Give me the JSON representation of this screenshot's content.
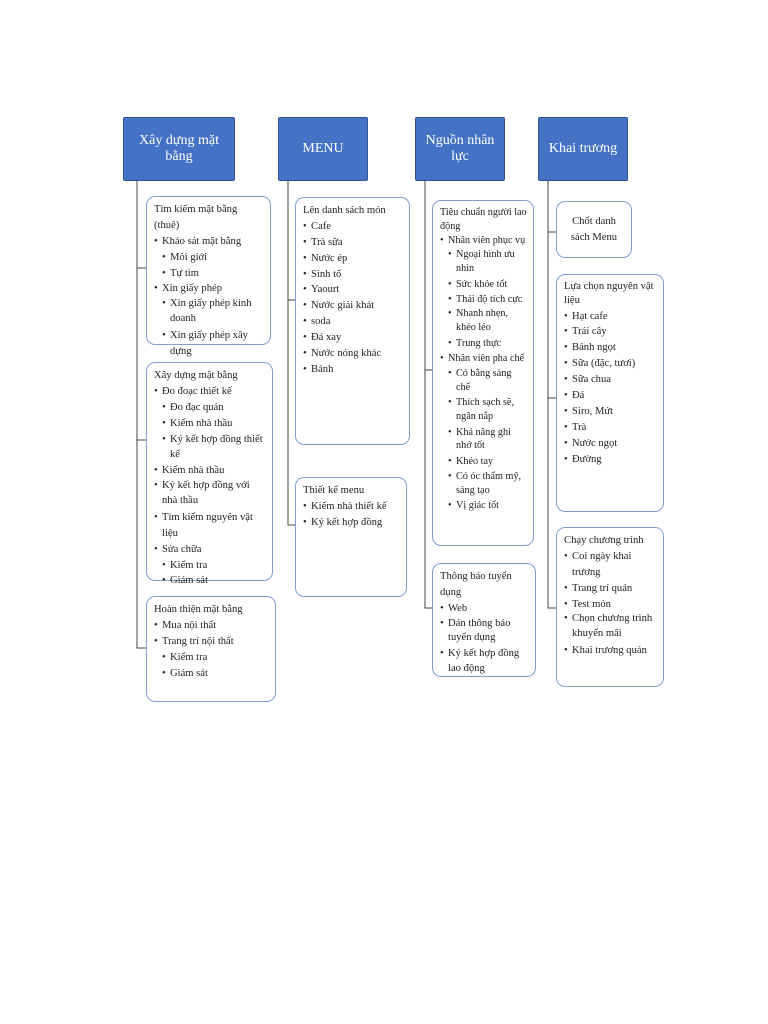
{
  "columns": [
    {
      "header": "Xây dựng mặt bằng",
      "boxes": [
        {
          "title": "Tìm kiếm mặt bằng (thuê)",
          "items": [
            {
              "text": "Khảo sát mặt bằng",
              "level": 0
            },
            {
              "text": "Môi giới",
              "level": 1
            },
            {
              "text": "Tự tìm",
              "level": 1
            },
            {
              "text": "Xin giấy phép",
              "level": 0
            },
            {
              "text": "Xin giấy phép kinh doanh",
              "level": 1
            },
            {
              "text": "Xin giấy phép xây dựng",
              "level": 1
            }
          ]
        },
        {
          "title": "Xây dựng mặt bằng",
          "items": [
            {
              "text": "Đo đoạc thiết kế",
              "level": 0
            },
            {
              "text": "Đo đạc quán",
              "level": 1
            },
            {
              "text": "Kiếm nhà thầu",
              "level": 1
            },
            {
              "text": "Ký kết hợp đồng thiết kế",
              "level": 1
            },
            {
              "text": "Kiếm nhà thầu",
              "level": 0
            },
            {
              "text": "Ký kết hợp đồng với nhà thầu",
              "level": 0
            },
            {
              "text": "Tìm kiếm nguyên vật liệu",
              "level": 0
            },
            {
              "text": "Sửa chữa",
              "level": 0
            },
            {
              "text": "Kiểm tra",
              "level": 1
            },
            {
              "text": "Giám sát",
              "level": 1
            }
          ]
        },
        {
          "title": "Hoàn thiện mặt bằng",
          "items": [
            {
              "text": "Mua nội thất",
              "level": 0
            },
            {
              "text": "Trang trí nội thất",
              "level": 0
            },
            {
              "text": "Kiểm tra",
              "level": 1
            },
            {
              "text": "Giám sát",
              "level": 1
            }
          ]
        }
      ]
    },
    {
      "header": "MENU",
      "boxes": [
        {
          "title": "Lên danh sách món",
          "items": [
            {
              "text": "Cafe",
              "level": 0
            },
            {
              "text": "Trà sữa",
              "level": 0
            },
            {
              "text": "Nước ép",
              "level": 0
            },
            {
              "text": "Sinh tố",
              "level": 0
            },
            {
              "text": "Yaourt",
              "level": 0
            },
            {
              "text": "Nước giải khát",
              "level": 0
            },
            {
              "text": "soda",
              "level": 0
            },
            {
              "text": "Đá xay",
              "level": 0
            },
            {
              "text": "Nước nóng khác",
              "level": 0
            },
            {
              "text": "Bánh",
              "level": 0
            }
          ]
        },
        {
          "title": "Thiết kế menu",
          "items": [
            {
              "text": "Kiếm nhà thiết kế",
              "level": 0
            },
            {
              "text": "Ký kết hợp đồng",
              "level": 0
            }
          ]
        }
      ]
    },
    {
      "header": "Nguồn nhân lực",
      "boxes": [
        {
          "title": "Tiêu chuẩn người lao động",
          "items": [
            {
              "text": "Nhân viên phục vụ",
              "level": 0
            },
            {
              "text": "Ngoại hình ưu nhìn",
              "level": 1
            },
            {
              "text": "Sức khỏe tốt",
              "level": 1
            },
            {
              "text": "Thái độ tích cực",
              "level": 1
            },
            {
              "text": "Nhanh nhẹn, khéo léo",
              "level": 1
            },
            {
              "text": "Trung thực",
              "level": 1
            },
            {
              "text": "Nhân viên pha chế",
              "level": 0
            },
            {
              "text": "Có bằng sáng chế",
              "level": 1
            },
            {
              "text": "Thích sạch sẽ, ngăn nắp",
              "level": 1
            },
            {
              "text": "Khả năng ghi nhớ tốt",
              "level": 1
            },
            {
              "text": "Khéo tay",
              "level": 1
            },
            {
              "text": "Có óc thẩm mỹ, sáng tạo",
              "level": 1
            },
            {
              "text": "Vị giác tốt",
              "level": 1
            }
          ]
        },
        {
          "title": "Thông báo tuyển dụng",
          "items": [
            {
              "text": "Web",
              "level": 0
            },
            {
              "text": "Dán thông báo tuyển dụng",
              "level": 0
            },
            {
              "text": "Ký kết hợp đồng lao động",
              "level": 0
            }
          ]
        }
      ]
    },
    {
      "header": "Khai trương",
      "boxes": [
        {
          "title": "Chốt danh sách Menu",
          "items": []
        },
        {
          "title": "Lựa chọn nguyên vật liệu",
          "items": [
            {
              "text": "Hạt cafe",
              "level": 0
            },
            {
              "text": "Trái cây",
              "level": 0
            },
            {
              "text": "Bánh ngọt",
              "level": 0
            },
            {
              "text": "Sữa (đặc, tươi)",
              "level": 0
            },
            {
              "text": "Sữa chua",
              "level": 0
            },
            {
              "text": "Đá",
              "level": 0
            },
            {
              "text": "Siro, Mứt",
              "level": 0
            },
            {
              "text": "Trà",
              "level": 0
            },
            {
              "text": "Nước ngọt",
              "level": 0
            },
            {
              "text": "Đường",
              "level": 0
            }
          ]
        },
        {
          "title": "Chạy chương trình",
          "items": [
            {
              "text": "Coi ngày khai trương",
              "level": 0
            },
            {
              "text": "Trang trí quán",
              "level": 0
            },
            {
              "text": "Test món",
              "level": 0
            },
            {
              "text": "Chọn chương trình khuyến mãi",
              "level": 0
            },
            {
              "text": "Khai trương quán",
              "level": 0
            }
          ]
        }
      ]
    }
  ],
  "colors": {
    "header_fill": "#4472c4",
    "header_text": "#ffffff",
    "box_border": "#7f9fd0",
    "connector": "#444444"
  }
}
